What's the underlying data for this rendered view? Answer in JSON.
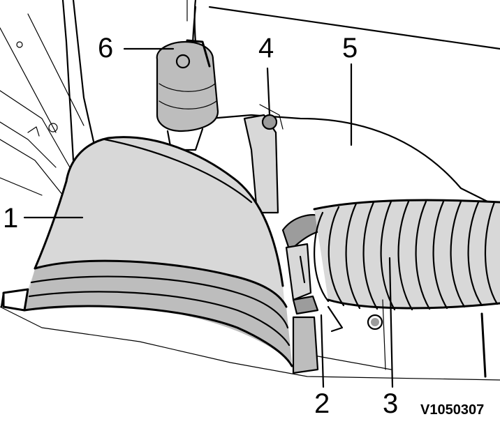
{
  "figure": {
    "reference_code": "V1050307",
    "callouts": [
      {
        "id": "1",
        "label": "1"
      },
      {
        "id": "2",
        "label": "2"
      },
      {
        "id": "3",
        "label": "3"
      },
      {
        "id": "4",
        "label": "4"
      },
      {
        "id": "5",
        "label": "5"
      },
      {
        "id": "6",
        "label": "6"
      }
    ]
  }
}
